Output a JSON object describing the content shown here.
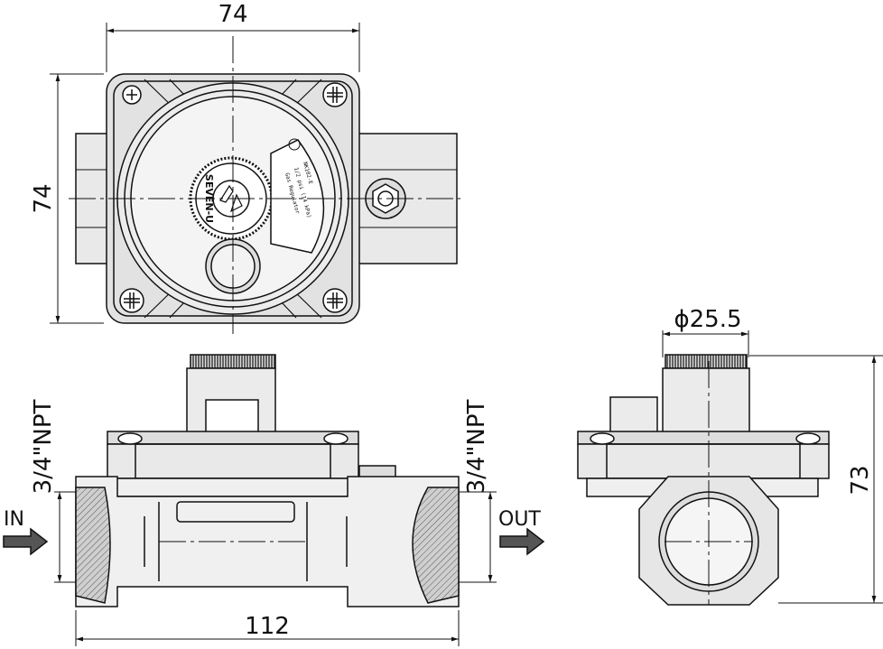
{
  "top_view": {
    "width_dim": "74",
    "height_dim": "74",
    "brand_mark": "SEVEN-U",
    "label_lines": [
      "NK102-E",
      "1/2 psi (14 kPa)",
      "Gas Regulator"
    ]
  },
  "front_view": {
    "inlet_thread": "3/4\"NPT",
    "outlet_thread": "3/4\"NPT",
    "inlet_label": "IN",
    "outlet_label": "OUT",
    "length_dim": "112"
  },
  "side_view": {
    "diameter_dim": "ϕ25.5",
    "height_dim": "73"
  },
  "colors": {
    "line": "#111111",
    "fill": "#d8d8d8",
    "background": "#ffffff"
  }
}
